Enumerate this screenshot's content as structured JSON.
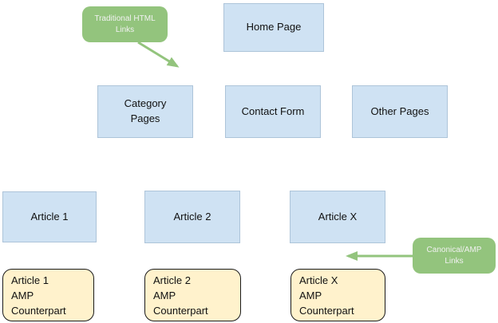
{
  "diagram": {
    "title_hint": "Site structure with AMP counterparts",
    "nodes": {
      "home_page": {
        "label": "Home Page"
      },
      "category_pages": {
        "label": "Category\nPages"
      },
      "contact_form": {
        "label": "Contact Form"
      },
      "other_pages": {
        "label": "Other Pages"
      },
      "article_1": {
        "label": "Article 1"
      },
      "article_2": {
        "label": "Article 2"
      },
      "article_x": {
        "label": "Article X"
      },
      "article_1_amp": {
        "label": "Article 1\nAMP\nCounterpart"
      },
      "article_2_amp": {
        "label": "Article 2\nAMP\nCounterpart"
      },
      "article_x_amp": {
        "label": "Article X\nAMP\nCounterpart"
      }
    },
    "annotations": {
      "traditional_html_links": {
        "label": "Traditional HTML\nLinks"
      },
      "canonical_amp_links": {
        "label": "Canonical/AMP\nLinks"
      }
    },
    "arrows": [
      {
        "name": "traditional-html-links-arrow",
        "from": "traditional_html_links label",
        "points_to": "area between Home Page and Category Pages",
        "direction": "down-right"
      },
      {
        "name": "canonical-links-arrow",
        "from": "canonical_amp_links label",
        "points_to": "gap between Article X and Article X AMP Counterpart",
        "direction": "left"
      }
    ],
    "colors": {
      "background": "#ffffff",
      "page_box_fill": "#cfe2f3",
      "amp_box_fill": "#fff2cc",
      "amp_box_border": "#1a1a1a",
      "annotation_fill": "#93c47d",
      "annotation_text": "#f1f1f1",
      "arrow": "#93c47d",
      "box_text": "#111111"
    }
  }
}
